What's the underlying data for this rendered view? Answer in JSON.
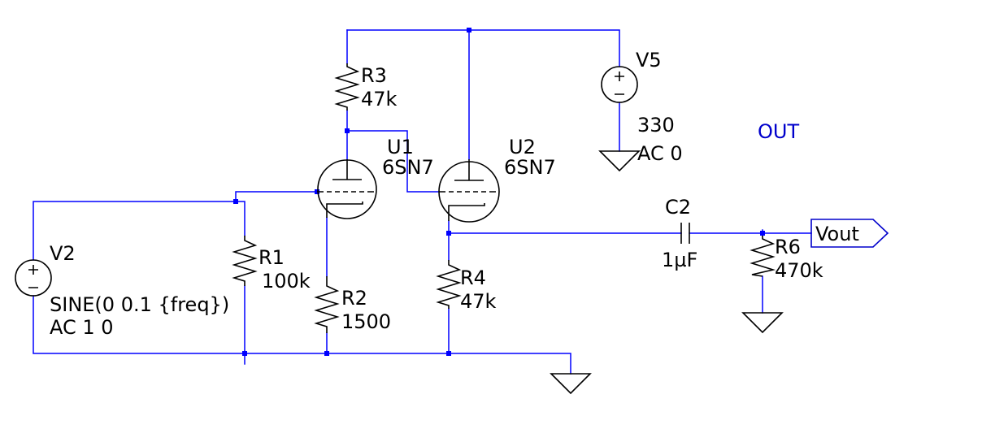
{
  "labels": {
    "v2_name": "V2",
    "v2_value1": "SINE(0 0.1 {freq})",
    "v2_value2": "AC 1 0",
    "r1_name": "R1",
    "r1_value": "100k",
    "r2_name": "R2",
    "r2_value": "1500",
    "r3_name": "R3",
    "r3_value": "47k",
    "r4_name": "R4",
    "r4_value": "47k",
    "u1_name": "U1",
    "u1_value": "6SN7",
    "u2_name": "U2",
    "u2_value": "6SN7",
    "v5_name": "V5",
    "v5_value1": "330",
    "v5_value2": "AC 0",
    "c2_name": "C2",
    "c2_value": "1µF",
    "r6_name": "R6",
    "r6_value": "470k",
    "vout_label": "Vout",
    "out_note": "OUT"
  },
  "colors": {
    "wire": "#0000ff",
    "component": "#000000",
    "net_label": "#0000cc",
    "background": "#ffffff"
  }
}
